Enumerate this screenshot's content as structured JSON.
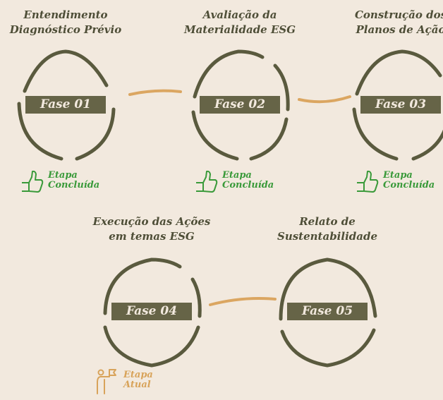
{
  "colors": {
    "background": "#f2e9de",
    "ring": "#5a5a3e",
    "label_bg": "#666447",
    "connector": "#dba661",
    "completed": "#3a9a3a",
    "current": "#d8a35a"
  },
  "phases": [
    {
      "title": "Entendimento\nDiagnóstico Prévio",
      "label": "Fase 01",
      "status": "Etapa\nConcluída",
      "status_icon": "thumbs-up-icon"
    },
    {
      "title": "Avaliação da\nMaterialidade ESG",
      "label": "Fase 02",
      "status": "Etapa\nConcluída",
      "status_icon": "thumbs-up-icon"
    },
    {
      "title": "Construção dos\nPlanos de Ação",
      "label": "Fase 03",
      "status": "Etapa\nConcluída",
      "status_icon": "thumbs-up-icon"
    },
    {
      "title": "Execução das Ações\nem temas ESG",
      "label": "Fase 04",
      "status": "Etapa\nAtual",
      "status_icon": "person-flag-icon"
    },
    {
      "title": "Relato de\nSustentabilidade",
      "label": "Fase 05"
    }
  ]
}
